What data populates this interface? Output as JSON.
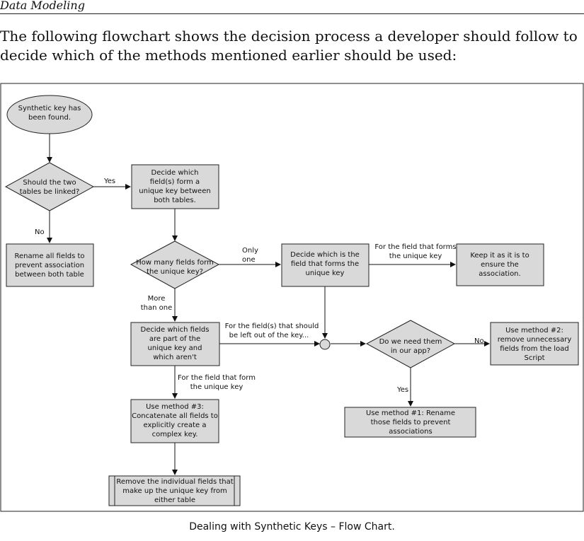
{
  "header": {
    "running_head": "Data Modeling"
  },
  "intro": {
    "line1": "The following flowchart shows the decision process a developer should follow to",
    "line2": "decide which of the methods mentioned earlier should be used:"
  },
  "flowchart": {
    "start": [
      "Synthetic key has",
      "been found."
    ],
    "q_link": [
      "Should the two",
      "tables be linked?"
    ],
    "q_link_yes": "Yes",
    "q_link_no": "No",
    "rename": [
      "Rename all fields to",
      "prevent association",
      "between both table"
    ],
    "decide_fields": [
      "Decide which",
      "field(s) form a",
      "unique key between",
      "both tables."
    ],
    "q_how_many": [
      "How many fields form",
      "the unique key?"
    ],
    "only_one": [
      "Only",
      "one"
    ],
    "more_than_one": [
      "More",
      "than one"
    ],
    "decide_one": [
      "Decide which is the",
      "field that forms the",
      "unique key"
    ],
    "for_field_forms": [
      "For the field that forms",
      "the unique key"
    ],
    "keep": [
      "Keep it as it is to",
      "ensure the",
      "association."
    ],
    "decide_parts": [
      "Decide which fields",
      "are part of the",
      "unique key and",
      "which aren't"
    ],
    "left_out": [
      "For the field(s) that should",
      "be left out of the key..."
    ],
    "q_need": [
      "Do we need them",
      "in our app?"
    ],
    "need_no": "No",
    "need_yes": "Yes",
    "method2": [
      "Use method #2:",
      "remove unnecessary",
      "fields from the load",
      "Script"
    ],
    "method1": [
      "Use method #1: Rename",
      "those fields to prevent",
      "associations"
    ],
    "for_field_form": [
      "For the field that form",
      "the unique key"
    ],
    "method3": [
      "Use method #3:",
      "Concatenate all fields to",
      "explicitly create a",
      "complex key."
    ],
    "remove": [
      "Remove the individual fields that",
      "make up the unique key from",
      "either table"
    ]
  },
  "caption": "Dealing with Synthetic Keys – Flow Chart."
}
